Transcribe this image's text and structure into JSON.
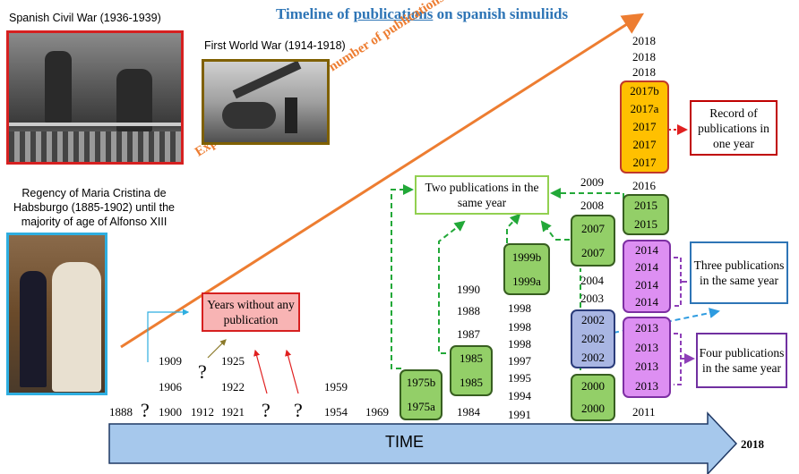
{
  "title": {
    "before": "Timeline of ",
    "underlined": "publications",
    "after": " on spanish simuliids"
  },
  "diagonal_label": "Exponential increase in the number of publications",
  "time_arrow": {
    "label": "TIME",
    "end_year": "2018"
  },
  "events": {
    "civil_war": "Spanish Civil War (1936-1939)",
    "wwi": "First World War (1914-1918)",
    "regency": "Regency of Maria Cristina de Habsburgo (1885-1902) until the majority of age of Alfonso XIII"
  },
  "notes": {
    "no_publication": "Years without any publication",
    "two_publications": "Two publications in the same year",
    "three_publications": "Three publications in the same year",
    "four_publications": "Four publications in the same year",
    "record": "Record of publications in one year"
  },
  "question_mark": "?",
  "years": {
    "y1888": "1888",
    "y1900": "1900",
    "y1906": "1906",
    "y1909": "1909",
    "y1912": "1912",
    "y1921": "1921",
    "y1922": "1922",
    "y1925": "1925",
    "y1954": "1954",
    "y1959": "1959",
    "y1969": "1969",
    "y1984": "1984",
    "y1987": "1987",
    "y1988": "1988",
    "y1990": "1990",
    "y1991": "1991",
    "y1994": "1994",
    "y1995": "1995",
    "y1997": "1997",
    "y1998a": "1998",
    "y1998b": "1998",
    "y1998c": "1998",
    "y2003": "2003",
    "y2004": "2004",
    "y2008": "2008",
    "y2009": "2009",
    "y2011": "2011",
    "y2016": "2016",
    "y2018a": "2018",
    "y2018b": "2018",
    "y2018c": "2018"
  },
  "stacks": {
    "s1975": [
      "1975b",
      "1975a"
    ],
    "s1985": [
      "1985",
      "1985"
    ],
    "s1999": [
      "1999b",
      "1999a"
    ],
    "s2000": [
      "2000",
      "2000"
    ],
    "s2002": [
      "2002",
      "2002",
      "2002"
    ],
    "s2007": [
      "2007",
      "2007"
    ],
    "s2013": [
      "2013",
      "2013",
      "2013",
      "2013"
    ],
    "s2014": [
      "2014",
      "2014",
      "2014",
      "2014"
    ],
    "s2015": [
      "2015",
      "2015"
    ],
    "s2017": [
      "2017b",
      "2017a",
      "2017",
      "2017",
      "2017"
    ]
  },
  "colors": {
    "title_blue": "#2e75b6",
    "orange_arrow": "#ed7d31",
    "green_dashed": "#22a838",
    "blue_dashed": "#2e9be0",
    "purple_dashed": "#8e3fb8",
    "red_dotted": "#e02020",
    "time_arrow_fill": "#a6c8ec"
  }
}
